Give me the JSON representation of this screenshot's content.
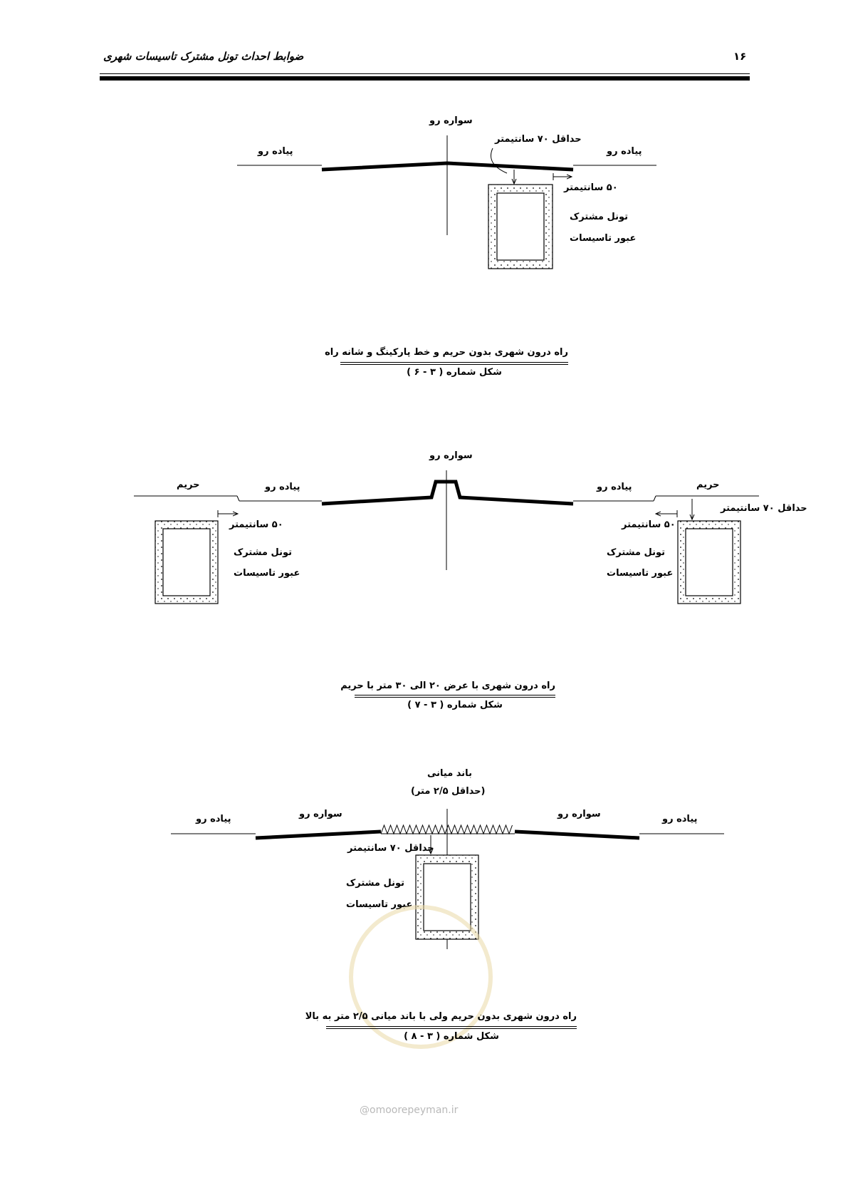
{
  "header": {
    "title": "ضوابط احداث تونل مشترک تاسیسات شهری",
    "page_number": "۱۶"
  },
  "figure6": {
    "road_label": "سواره رو",
    "sidewalk_left": "پیاده رو",
    "sidewalk_right": "پیاده رو",
    "min_depth": "حداقل ۷۰ سانتیمتر",
    "offset": "۵۰ سانتیمتر",
    "tunnel_line1": "تونل مشترک",
    "tunnel_line2": "عبور تاسیسات",
    "caption": "راه درون شهری بدون حریم و خط پارکینگ و شانه راه",
    "figure_number": "شکل شماره ( ۳ - ۶ )"
  },
  "figure7": {
    "road_label": "سواره رو",
    "harim_left": "حریم",
    "harim_right": "حریم",
    "sidewalk_left": "پیاده رو",
    "sidewalk_right": "پیاده رو",
    "min_depth": "حداقل ۷۰ سانتیمتر",
    "offset_left": "۵۰ سانتیمتر",
    "offset_right": "۵۰ سانتیمتر",
    "tunnel_left_line1": "تونل مشترک",
    "tunnel_left_line2": "عبور تاسیسات",
    "tunnel_right_line1": "تونل مشترک",
    "tunnel_right_line2": "عبور تاسیسات",
    "caption": "راه درون شهری با عرض ۲۰ الی ۳۰ متر با حریم",
    "figure_number": "شکل شماره ( ۳ - ۷ )"
  },
  "figure8": {
    "median_label": "باند میانی",
    "median_min": "(حداقل ۲/۵ متر)",
    "road_left": "سواره رو",
    "road_right": "سواره رو",
    "sidewalk_left": "پیاده رو",
    "sidewalk_right": "پیاده رو",
    "min_depth": "حداقل ۷۰ سانتیمتر",
    "tunnel_line1": "تونل مشترک",
    "tunnel_line2": "عبور تاسیسات",
    "caption": "راه درون شهری بدون حریم ولی با باند میانی ۲/۵ متر به بالا",
    "figure_number": "شکل شماره ( ۳ - ۸ )"
  },
  "watermark": {
    "url": "@omoorepeyman.ir"
  }
}
